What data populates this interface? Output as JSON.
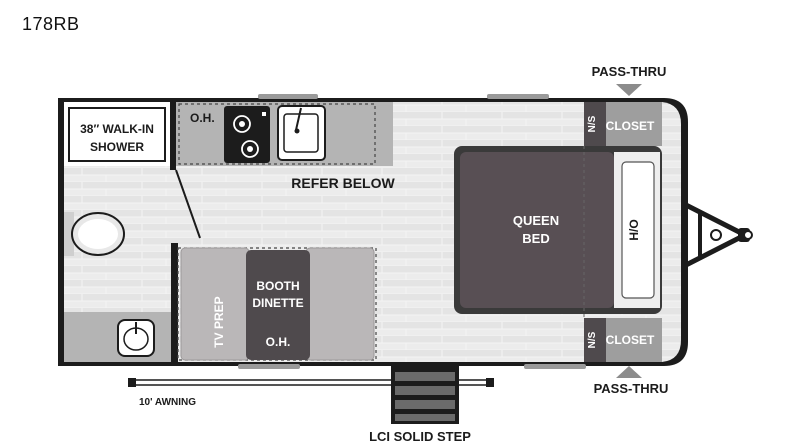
{
  "title": "178RB",
  "labels": {
    "shower": [
      "38″ WALK-IN",
      "SHOWER"
    ],
    "overhead_top": "O.H.",
    "refer": "REFER BELOW",
    "queen_bed": [
      "QUEEN",
      "BED"
    ],
    "head_overhead": "H/O",
    "booth_dinette": [
      "BOOTH",
      "DINETTE"
    ],
    "overhead_booth": "O.H.",
    "tv_prep": "TV PREP",
    "ns_top": "N/S",
    "ns_bottom": "N/S",
    "closet_top": "CLOSET",
    "closet_bottom": "CLOSET",
    "pass_thru_top": "PASS-THRU",
    "pass_thru_bottom": "PASS-THRU",
    "awning": "10' AWNING",
    "step": "LCI SOLID STEP"
  },
  "colors": {
    "wall": "#1c1c1c",
    "floor": "#e9e9e9",
    "counter": "#b4b4b4",
    "bed_frame": "#3a3a3a",
    "bed": "#584f54",
    "booth_seat": "#b9b6b7",
    "booth_table": "#4f4a4d"
  }
}
